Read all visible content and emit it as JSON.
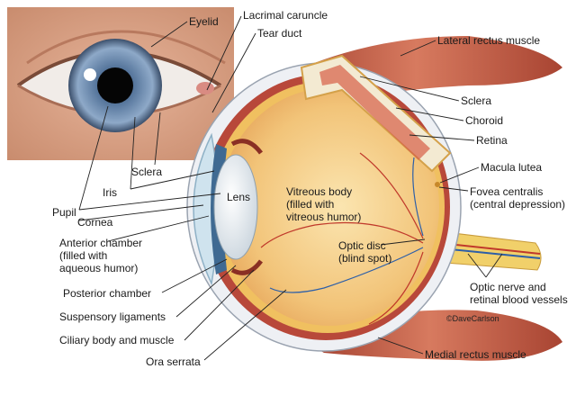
{
  "title": "",
  "labels": {
    "eyelid": "Eyelid",
    "lacrimal_caruncle": "Lacrimal caruncle",
    "tear_duct": "Tear duct",
    "lateral_rectus": "Lateral rectus muscle",
    "sclera_inset": "Sclera",
    "sclera": "Sclera",
    "choroid": "Choroid",
    "retina": "Retina",
    "iris": "Iris",
    "pupil": "Pupil",
    "cornea": "Cornea",
    "lens": "Lens",
    "vitreous": "Vitreous body\n(filled with\nvitreous humor)",
    "macula": "Macula lutea",
    "fovea": "Fovea centralis\n(central depression)",
    "anterior_chamber": "Anterior chamber\n(filled with\naqueous humor)",
    "optic_disc": "Optic disc\n(blind spot)",
    "optic_nerve": "Optic nerve and\nretinal blood vessels",
    "posterior_chamber": "Posterior chamber",
    "suspensory": "Suspensory ligaments",
    "ciliary": "Ciliary body and muscle",
    "ora_serrata": "Ora serrata",
    "medial_rectus": "Medial rectus muscle"
  },
  "copyright": "©DaveCarlson",
  "colors": {
    "sclera": "#f3f4f7",
    "choroid": "#b8483a",
    "retina": "#f0c060",
    "vitreous": "#f5cf86",
    "muscle": "#c85a45",
    "iris": "#6d8fb5",
    "optic_nerve": "#f1d06a",
    "vessel_red": "#c0392b",
    "vessel_blue": "#2d5fa8"
  }
}
